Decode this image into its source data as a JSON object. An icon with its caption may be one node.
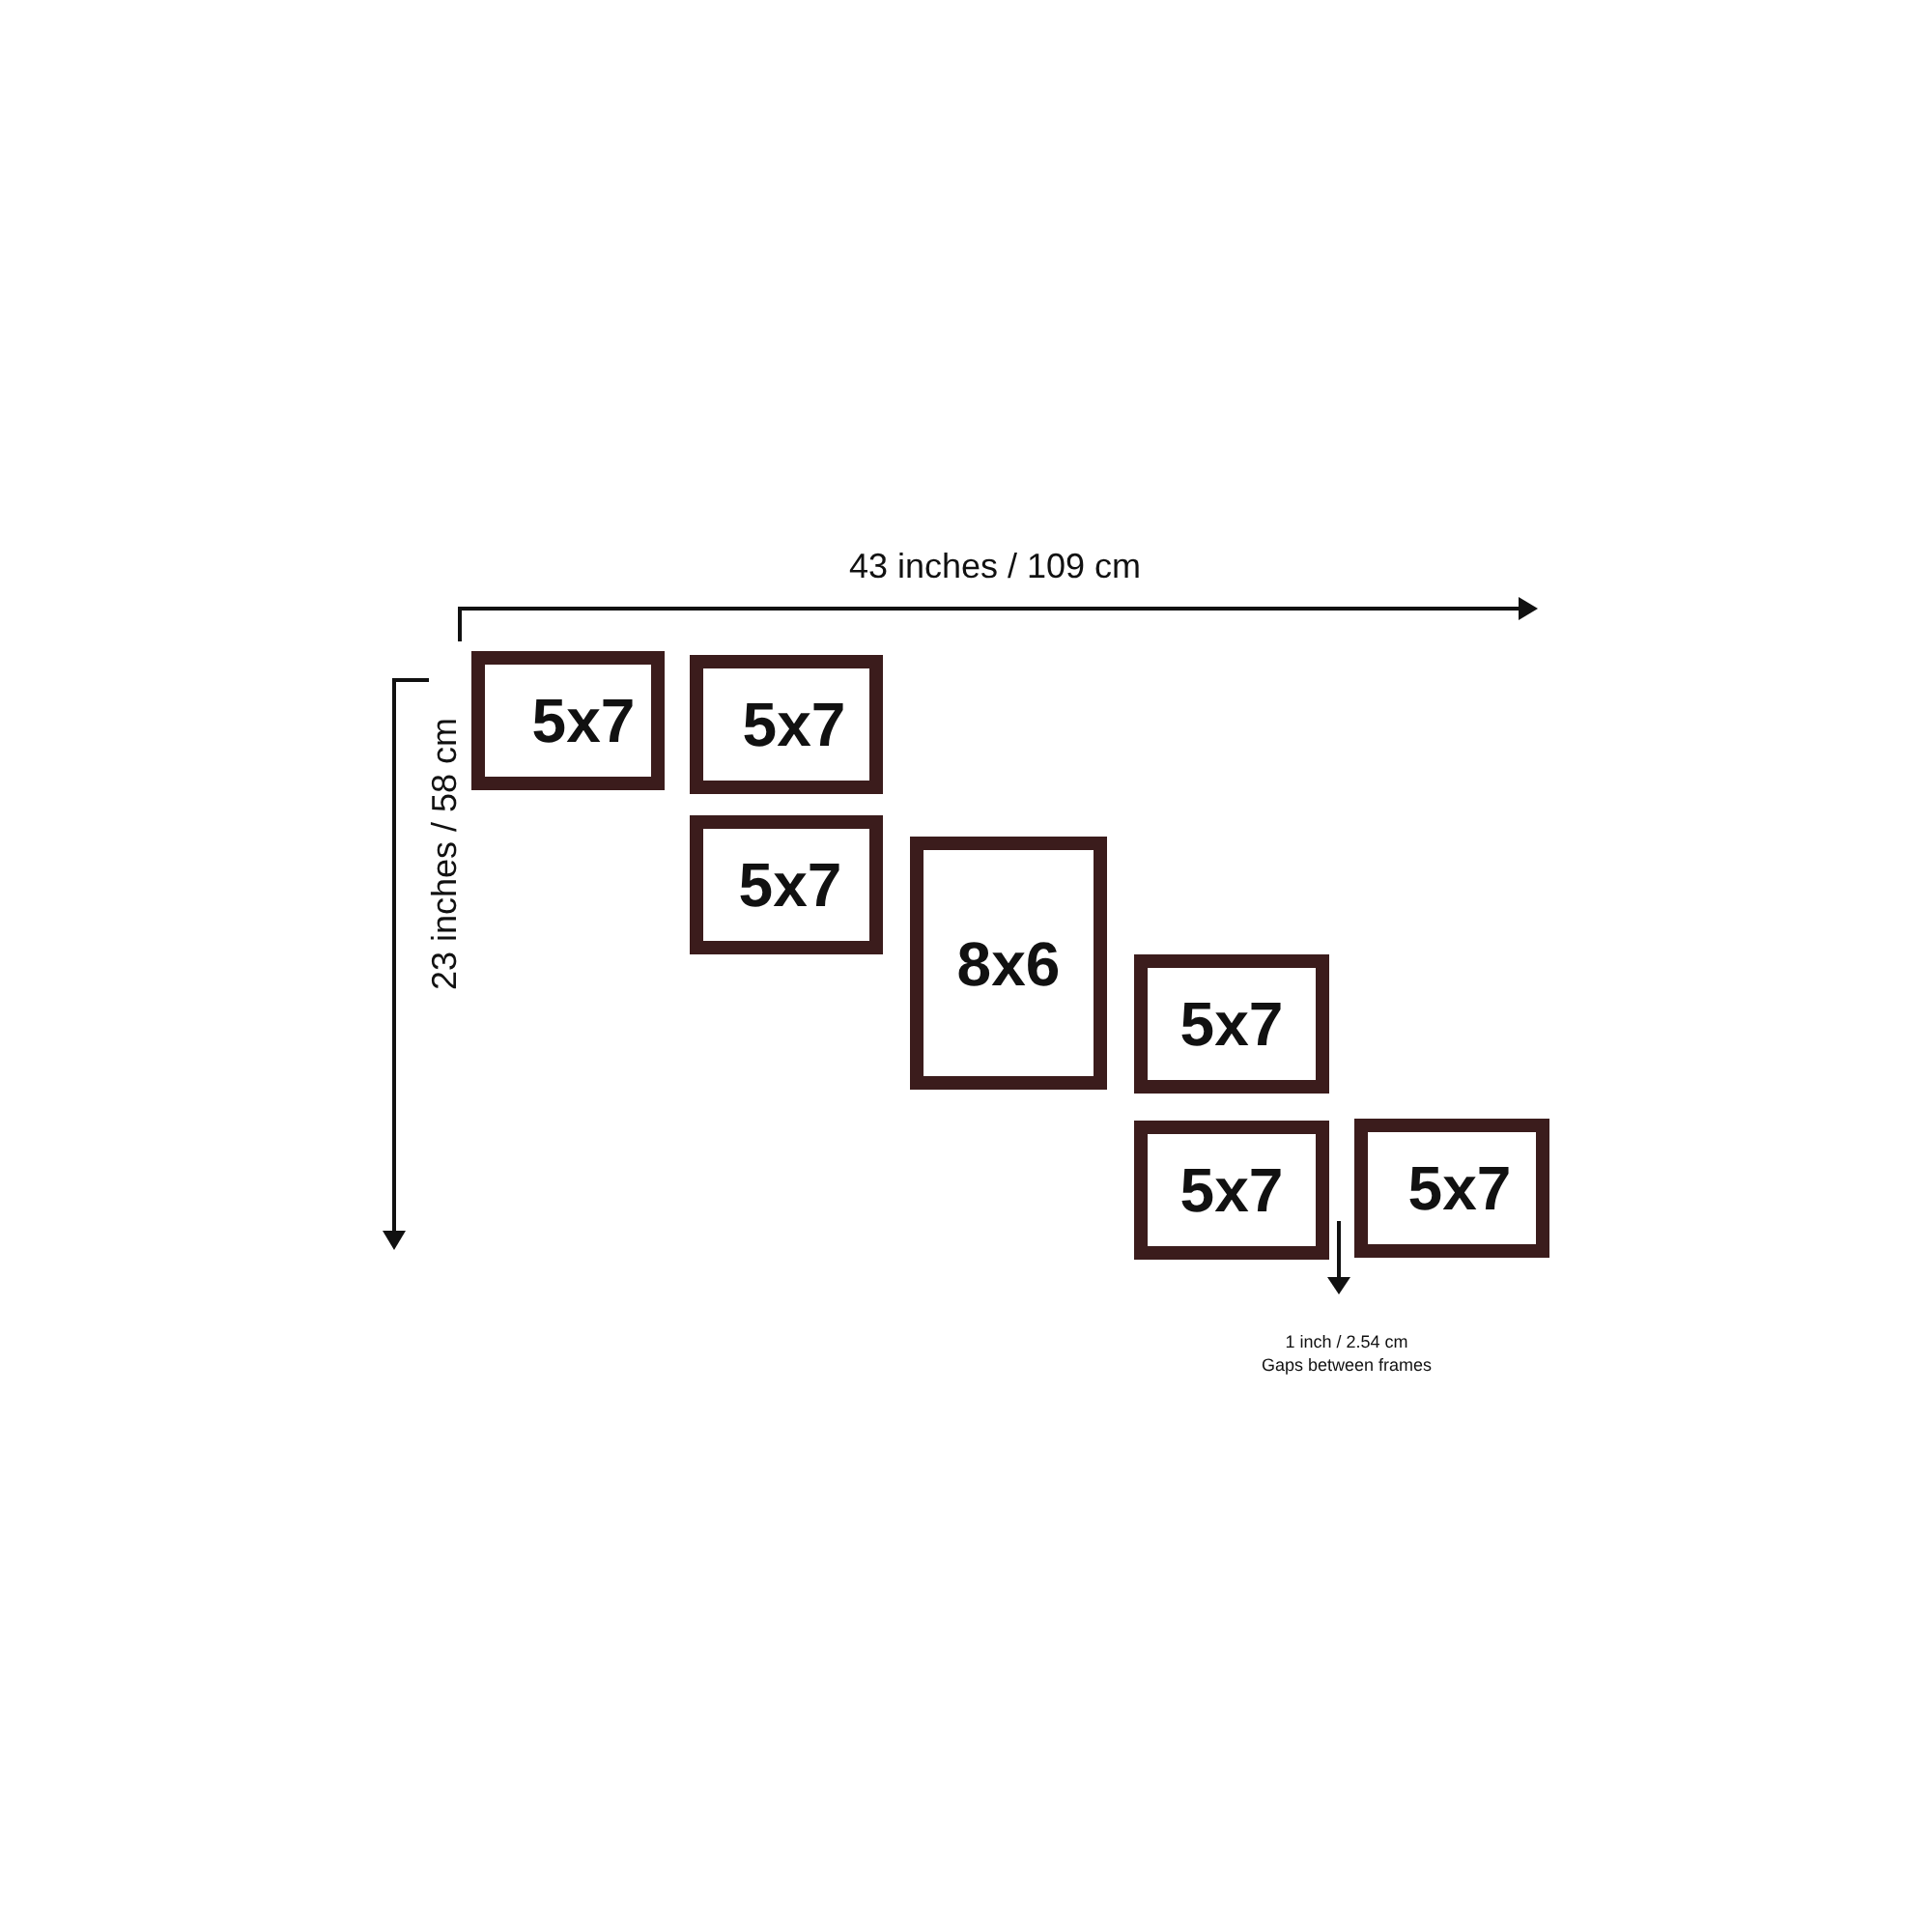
{
  "diagram": {
    "nodes": [
      {
        "text": [
          "5x7"
        ]
      },
      {
        "text": [
          "5x7"
        ]
      },
      {
        "text": [
          "5x7"
        ]
      },
      {
        "text": [
          "8x6"
        ]
      },
      {
        "text": [
          "5x7"
        ]
      },
      {
        "text": [
          "5x7"
        ]
      },
      {
        "text": [
          "5x7"
        ]
      }
    ],
    "labels": [
      "43 inches / 109 cm",
      "23 inches / 58 cm",
      "1 inch / 2.54 cm",
      "Gaps between frames"
    ]
  }
}
